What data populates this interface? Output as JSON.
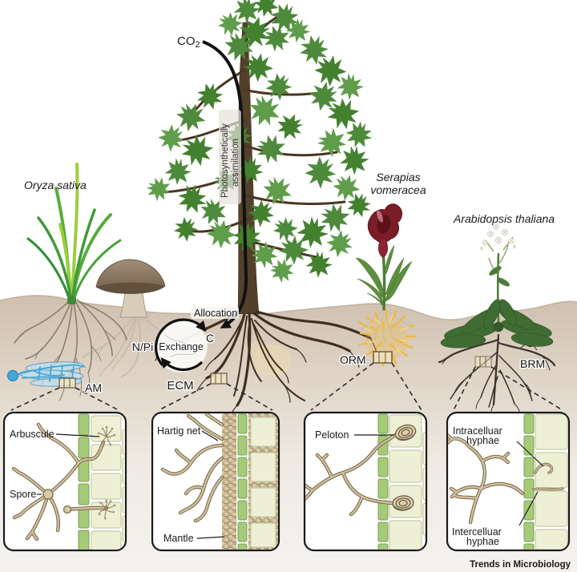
{
  "journal": "Trends in Microbiology",
  "colors": {
    "foliage_green": "#4e8a3c",
    "am_blue": "#45a4d7",
    "orm_yellow": "#f0b844",
    "brm_dark": "#4b4741",
    "flower_red": "#7a1d26",
    "soil_tan": "#d2c3b2",
    "hypha_tan": "#cbbb99",
    "cell_green": "#a6ca78",
    "cell_pale": "#eef0d6"
  },
  "atmosphere": {
    "co2_base": "CO",
    "co2_sub": "2"
  },
  "carbon_flow": {
    "line1": "Photosynthetically",
    "line2": "assimilation"
  },
  "cycle": {
    "allocation": "Allocation",
    "exchange": "Exchange",
    "carbon": "C",
    "nutrients": "N/Pi"
  },
  "plants": {
    "rice": {
      "name": "Oryza sativa",
      "association": "AM"
    },
    "tree": {
      "association": "ECM"
    },
    "orchid": {
      "name_line1": "Serapias",
      "name_line2": "vomeracea",
      "association": "ORM"
    },
    "arabidopsis": {
      "name": "Arabidopsis thaliana",
      "association": "BRM"
    }
  },
  "insets": {
    "am": {
      "label1": "Arbuscule",
      "label2": "Spore"
    },
    "ecm": {
      "label1": "Hartig net",
      "label2": "Mantle"
    },
    "orm": {
      "label1": "Peloton"
    },
    "brm": {
      "label1_line1": "Intracelluar",
      "label1_line2": "hyphae",
      "label2_line1": "Intercelluar",
      "label2_line2": "hyphae"
    }
  }
}
